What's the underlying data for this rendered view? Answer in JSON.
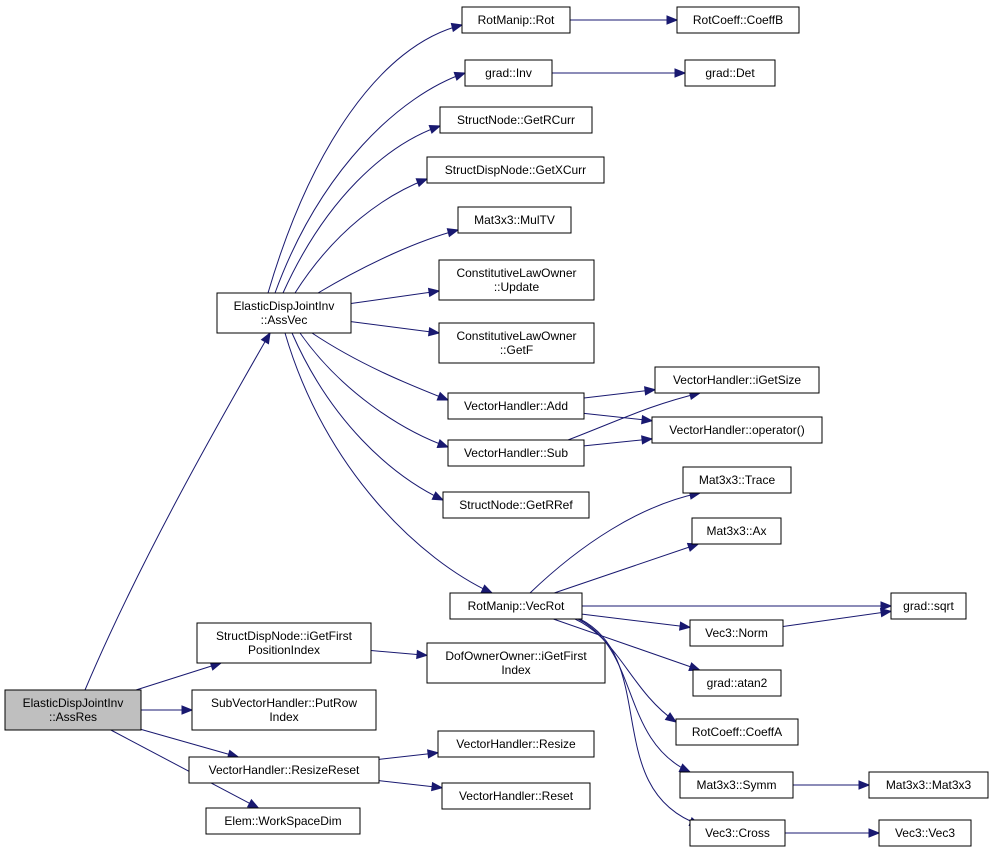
{
  "graph": {
    "edge_color": "#191970",
    "root_fill": "#bfbfbf",
    "node_fill": "#ffffff",
    "nodes": [
      {
        "id": "assres",
        "lines": [
          "ElasticDispJointInv",
          "::AssRes"
        ],
        "root": true
      },
      {
        "id": "assvec",
        "lines": [
          "ElasticDispJointInv",
          "::AssVec"
        ]
      },
      {
        "id": "sdn_igetfirst",
        "lines": [
          "StructDispNode::iGetFirst",
          "PositionIndex"
        ]
      },
      {
        "id": "svh_putrow",
        "lines": [
          "SubVectorHandler::PutRow",
          "Index"
        ]
      },
      {
        "id": "vh_resizereset",
        "lines": [
          "VectorHandler::ResizeReset"
        ]
      },
      {
        "id": "elem_wsd",
        "lines": [
          "Elem::WorkSpaceDim"
        ]
      },
      {
        "id": "rm_rot",
        "lines": [
          "RotManip::Rot"
        ]
      },
      {
        "id": "rc_coeffb",
        "lines": [
          "RotCoeff::CoeffB"
        ]
      },
      {
        "id": "grad_inv",
        "lines": [
          "grad::Inv"
        ]
      },
      {
        "id": "grad_det",
        "lines": [
          "grad::Det"
        ]
      },
      {
        "id": "sn_getrcurr",
        "lines": [
          "StructNode::GetRCurr"
        ]
      },
      {
        "id": "sdn_getxcurr",
        "lines": [
          "StructDispNode::GetXCurr"
        ]
      },
      {
        "id": "m33_multv",
        "lines": [
          "Mat3x3::MulTV"
        ]
      },
      {
        "id": "clo_update",
        "lines": [
          "ConstitutiveLawOwner",
          "::Update"
        ]
      },
      {
        "id": "clo_getf",
        "lines": [
          "ConstitutiveLawOwner",
          "::GetF"
        ]
      },
      {
        "id": "vh_add",
        "lines": [
          "VectorHandler::Add"
        ]
      },
      {
        "id": "vh_sub",
        "lines": [
          "VectorHandler::Sub"
        ]
      },
      {
        "id": "sn_getrref",
        "lines": [
          "StructNode::GetRRef"
        ]
      },
      {
        "id": "rm_vecrot",
        "lines": [
          "RotManip::VecRot"
        ]
      },
      {
        "id": "vh_igetsize",
        "lines": [
          "VectorHandler::iGetSize"
        ]
      },
      {
        "id": "vh_operator",
        "lines": [
          "VectorHandler::operator()"
        ]
      },
      {
        "id": "m33_trace",
        "lines": [
          "Mat3x3::Trace"
        ]
      },
      {
        "id": "m33_ax",
        "lines": [
          "Mat3x3::Ax"
        ]
      },
      {
        "id": "grad_sqrt",
        "lines": [
          "grad::sqrt"
        ]
      },
      {
        "id": "vec3_norm",
        "lines": [
          "Vec3::Norm"
        ]
      },
      {
        "id": "grad_atan2",
        "lines": [
          "grad::atan2"
        ]
      },
      {
        "id": "rc_coeffa",
        "lines": [
          "RotCoeff::CoeffA"
        ]
      },
      {
        "id": "m33_symm",
        "lines": [
          "Mat3x3::Symm"
        ]
      },
      {
        "id": "m33_m33",
        "lines": [
          "Mat3x3::Mat3x3"
        ]
      },
      {
        "id": "vec3_cross",
        "lines": [
          "Vec3::Cross"
        ]
      },
      {
        "id": "vec3_vec3",
        "lines": [
          "Vec3::Vec3"
        ]
      },
      {
        "id": "doo_igetfirst",
        "lines": [
          "DofOwnerOwner::iGetFirst",
          "Index"
        ]
      },
      {
        "id": "vh_resize",
        "lines": [
          "VectorHandler::Resize"
        ]
      },
      {
        "id": "vh_reset",
        "lines": [
          "VectorHandler::Reset"
        ]
      }
    ],
    "edges": [
      {
        "from": "assres",
        "to": "assvec"
      },
      {
        "from": "assres",
        "to": "sdn_igetfirst"
      },
      {
        "from": "assres",
        "to": "svh_putrow"
      },
      {
        "from": "assres",
        "to": "vh_resizereset"
      },
      {
        "from": "assres",
        "to": "elem_wsd"
      },
      {
        "from": "assvec",
        "to": "rm_rot"
      },
      {
        "from": "assvec",
        "to": "grad_inv"
      },
      {
        "from": "assvec",
        "to": "sn_getrcurr"
      },
      {
        "from": "assvec",
        "to": "sdn_getxcurr"
      },
      {
        "from": "assvec",
        "to": "m33_multv"
      },
      {
        "from": "assvec",
        "to": "clo_update"
      },
      {
        "from": "assvec",
        "to": "clo_getf"
      },
      {
        "from": "assvec",
        "to": "vh_add"
      },
      {
        "from": "assvec",
        "to": "vh_sub"
      },
      {
        "from": "assvec",
        "to": "sn_getrref"
      },
      {
        "from": "assvec",
        "to": "rm_vecrot"
      },
      {
        "from": "rm_rot",
        "to": "rc_coeffb"
      },
      {
        "from": "grad_inv",
        "to": "grad_det"
      },
      {
        "from": "vh_add",
        "to": "vh_igetsize"
      },
      {
        "from": "vh_add",
        "to": "vh_operator"
      },
      {
        "from": "vh_sub",
        "to": "vh_igetsize"
      },
      {
        "from": "vh_sub",
        "to": "vh_operator"
      },
      {
        "from": "rm_vecrot",
        "to": "m33_trace"
      },
      {
        "from": "rm_vecrot",
        "to": "m33_ax"
      },
      {
        "from": "rm_vecrot",
        "to": "grad_sqrt"
      },
      {
        "from": "rm_vecrot",
        "to": "vec3_norm"
      },
      {
        "from": "rm_vecrot",
        "to": "grad_atan2"
      },
      {
        "from": "rm_vecrot",
        "to": "rc_coeffa"
      },
      {
        "from": "rm_vecrot",
        "to": "m33_symm"
      },
      {
        "from": "rm_vecrot",
        "to": "vec3_cross"
      },
      {
        "from": "vec3_norm",
        "to": "grad_sqrt"
      },
      {
        "from": "m33_symm",
        "to": "m33_m33"
      },
      {
        "from": "vec3_cross",
        "to": "vec3_vec3"
      },
      {
        "from": "sdn_igetfirst",
        "to": "doo_igetfirst"
      },
      {
        "from": "vh_resizereset",
        "to": "vh_resize"
      },
      {
        "from": "vh_resizereset",
        "to": "vh_reset"
      }
    ]
  }
}
